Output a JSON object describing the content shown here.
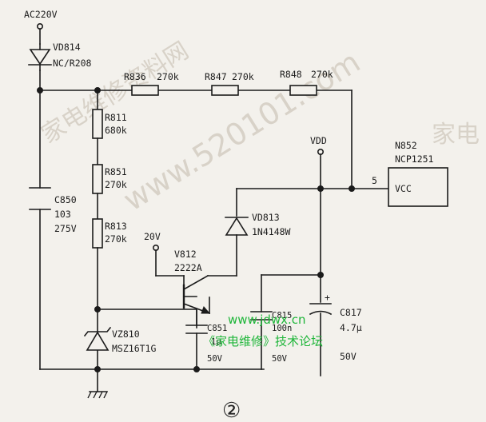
{
  "supply": {
    "label": "AC220V"
  },
  "components": {
    "vd814": {
      "ref": "VD814",
      "value": "NC/R208"
    },
    "r836": {
      "ref": "R836",
      "value": "270k"
    },
    "r847": {
      "ref": "R847",
      "value": "270k"
    },
    "r848": {
      "ref": "R848",
      "value": "270k"
    },
    "r811": {
      "ref": "R811",
      "value": "680k"
    },
    "r851": {
      "ref": "R851",
      "value": "270k"
    },
    "r813": {
      "ref": "R813",
      "value": "270k"
    },
    "c850": {
      "ref": "C850",
      "value": "103",
      "rating": "275V"
    },
    "vd813": {
      "ref": "VD813",
      "value": "1N4148W"
    },
    "v812": {
      "ref": "V812",
      "value": "2222A"
    },
    "vz810": {
      "ref": "VZ810",
      "value": "MSZ16T1G"
    },
    "c851": {
      "ref": "C851",
      "value": "1μ",
      "rating": "50V"
    },
    "c815": {
      "ref": "C815",
      "value": "100n",
      "rating": "50V"
    },
    "c817": {
      "ref": "C817",
      "value": "4.7μ",
      "rating": "50V"
    },
    "n852": {
      "ref": "N852",
      "value": "NCP1251",
      "pin_number": "5",
      "pin_name": "VCC"
    }
  },
  "nets": {
    "vdd": "VDD",
    "bias": "20V"
  },
  "figure_number": "②",
  "watermarks": {
    "site_a": "家电维修资料网",
    "site_b": "www.520101.com",
    "site_c": "www.jdwx.cn",
    "forum": "《家电维修》技术论坛",
    "corner": "家电"
  }
}
